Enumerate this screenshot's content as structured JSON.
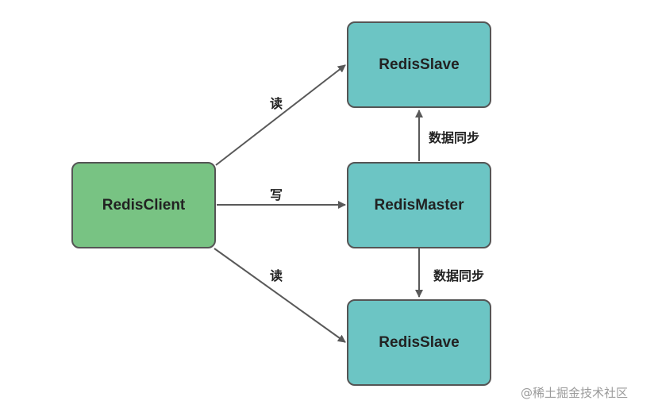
{
  "colors": {
    "client_fill": "#78c383",
    "server_fill": "#6cc5c4",
    "border": "#555555",
    "arrow": "#595959"
  },
  "nodes": {
    "client": {
      "label": "RedisClient"
    },
    "master": {
      "label": "RedisMaster"
    },
    "slave_top": {
      "label": "RedisSlave"
    },
    "slave_bottom": {
      "label": "RedisSlave"
    }
  },
  "edges": {
    "read_top": {
      "label": "读"
    },
    "write": {
      "label": "写"
    },
    "read_bottom": {
      "label": "读"
    },
    "sync_up": {
      "label": "数据同步"
    },
    "sync_down": {
      "label": "数据同步"
    }
  },
  "watermark": {
    "text": "@稀土掘金技术社区"
  }
}
